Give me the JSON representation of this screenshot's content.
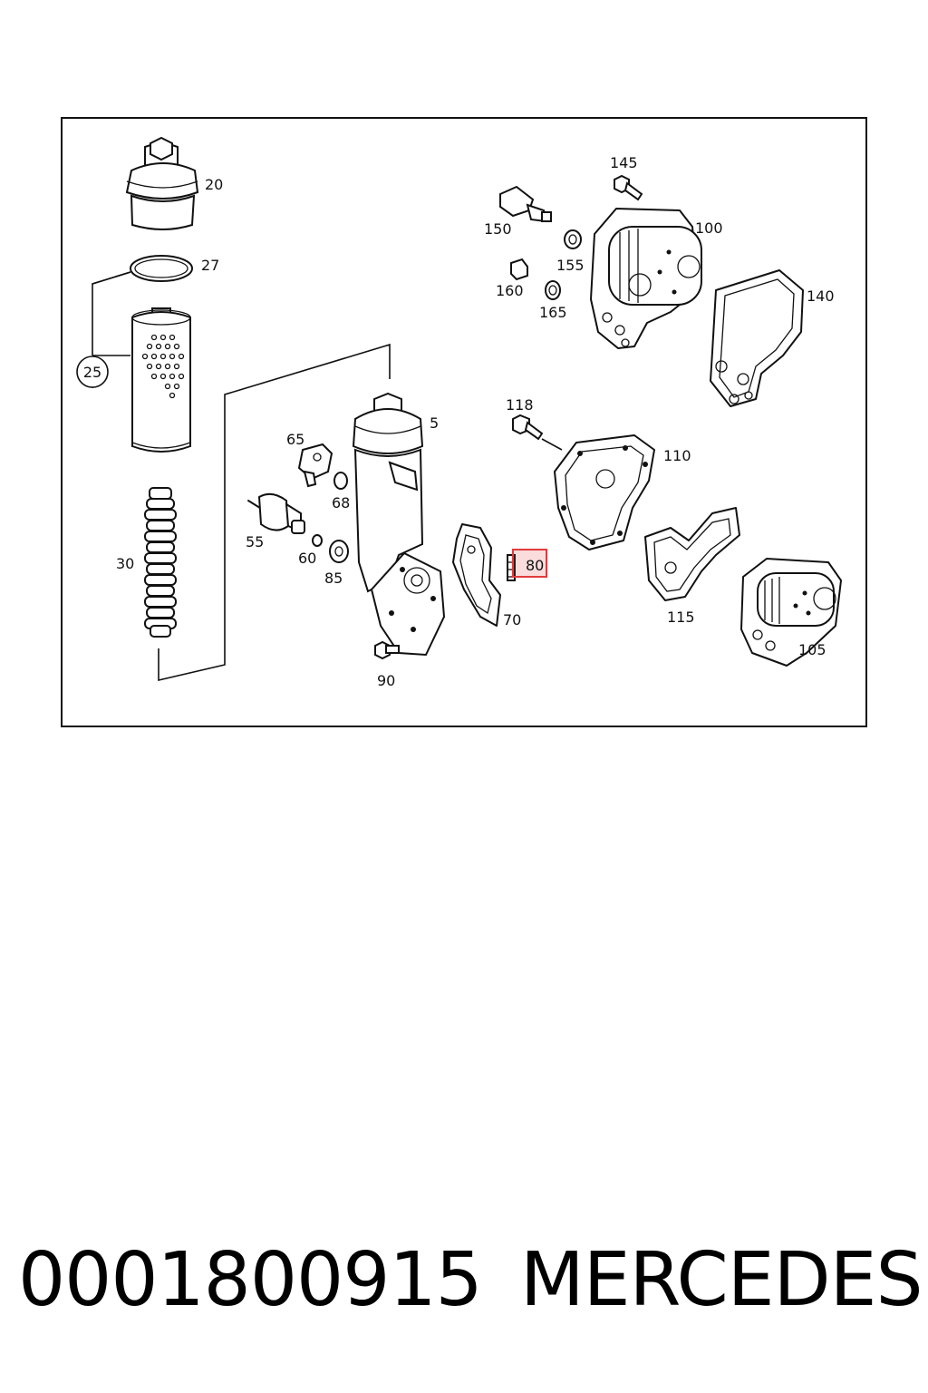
{
  "diagram": {
    "highlight_color": "#e23b3b",
    "highlighted_label": "80",
    "callouts": {
      "c5": "5",
      "c20": "20",
      "c25": "25",
      "c27": "27",
      "c30": "30",
      "c55": "55",
      "c60": "60",
      "c65": "65",
      "c68": "68",
      "c70": "70",
      "c80": "80",
      "c85": "85",
      "c90": "90",
      "c100": "100",
      "c105": "105",
      "c110": "110",
      "c115": "115",
      "c118": "118",
      "c140": "140",
      "c145": "145",
      "c150": "150",
      "c155": "155",
      "c160": "160",
      "c165": "165"
    }
  },
  "footer": {
    "part_number": "0001800915",
    "brand": "MERCEDES"
  }
}
